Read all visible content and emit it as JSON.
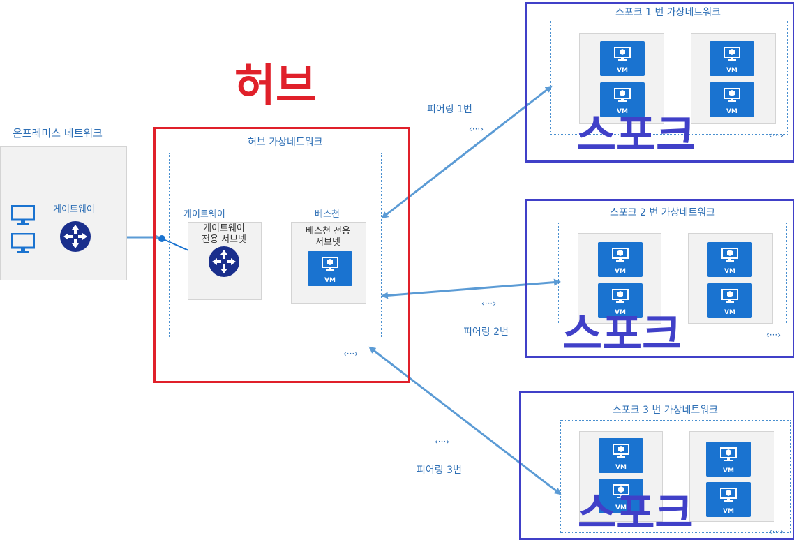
{
  "hub": {
    "big_label": "허브",
    "vnet_label": "허브 가상네트워크",
    "gateway_label": "게이트웨이",
    "gateway_subnet_label": "게이트웨이\n전용 서브넷",
    "bastion_label": "베스천",
    "bastion_subnet_label": "베스천 전용\n서브넷",
    "vm_label": "VM"
  },
  "onprem": {
    "title": "온프레미스 네트워크",
    "gateway_label": "게이트웨이"
  },
  "spokes": [
    {
      "vnet_label": "스포크 1 번 가상네트워크",
      "big_label": "스포크",
      "vm_label": "VM"
    },
    {
      "vnet_label": "스포크 2 번 가상네트워크",
      "big_label": "스포크",
      "vm_label": "VM"
    },
    {
      "vnet_label": "스포크 3 번 가상네트워크",
      "big_label": "스포크",
      "vm_label": "VM"
    }
  ],
  "peerings": [
    {
      "label": "피어링 1번"
    },
    {
      "label": "피어링 2번"
    },
    {
      "label": "피어링 3번"
    }
  ],
  "peering_icon": "‹···›",
  "colors": {
    "hub_border": "#e0202a",
    "hub_text": "#e0202a",
    "spoke_border": "#4040c8",
    "spoke_text": "#4040c8",
    "link": "#5b9bd5",
    "vm": "#1a73d0"
  }
}
